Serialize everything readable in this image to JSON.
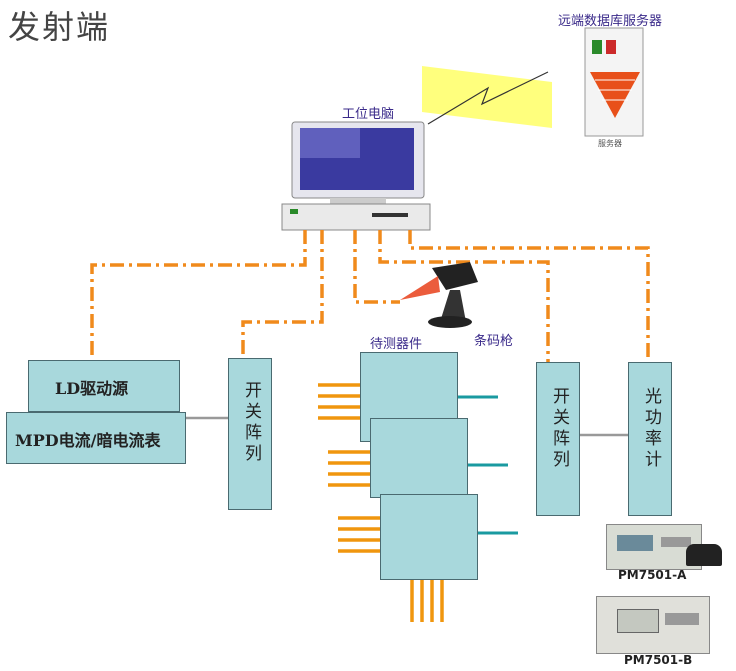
{
  "title": "发射端",
  "labels": {
    "server": "远端数据库服务器",
    "server_small": "服务器",
    "workstation": "工位电脑",
    "barcode_gun": "条码枪",
    "dut": "待测器件"
  },
  "boxes": {
    "ld_driver": "LD驱动源",
    "mpd_meter": "MPD电流/暗电流表",
    "switch_left": "开关阵列",
    "switch_right": "开关阵列",
    "power_meter": "光功率计"
  },
  "devices": {
    "pm_a": "PM7501-A",
    "pm_b": "PM7501-B"
  },
  "colors": {
    "box_fill": "#a8d8dc",
    "dash_line": "#f08a1c",
    "pin": "#f0960e",
    "teal_lead": "#1a9aa0",
    "lightning": "#ffff66"
  }
}
